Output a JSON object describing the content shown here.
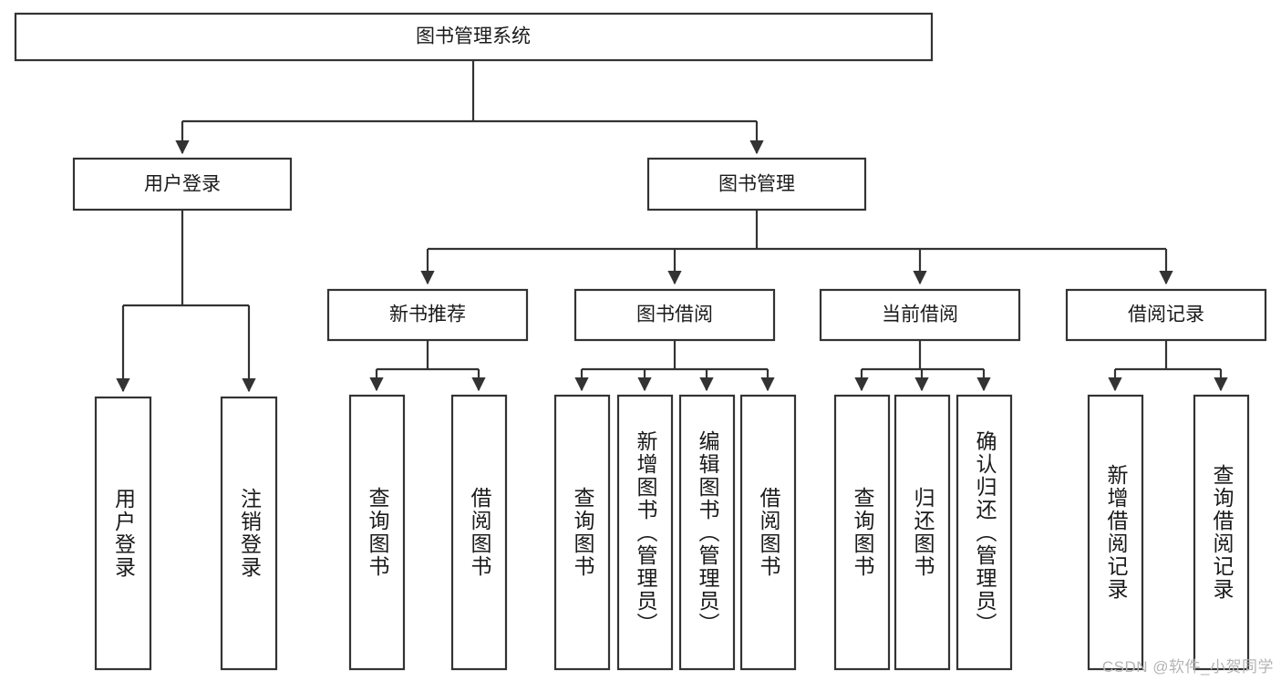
{
  "diagram": {
    "type": "tree-hierarchy-chart",
    "title": "图书管理系统",
    "watermark": "CSDN @软件_小贺同学",
    "colors": {
      "box_stroke": "#333333",
      "box_fill": "#ffffff",
      "text": "#1a1a1a",
      "background": "#ffffff",
      "watermark": "#b4b4b4"
    },
    "root": {
      "label": "图书管理系统"
    },
    "level2": [
      {
        "label": "用户登录"
      },
      {
        "label": "图书管理"
      }
    ],
    "level3": [
      {
        "label": "新书推荐"
      },
      {
        "label": "图书借阅"
      },
      {
        "label": "当前借阅"
      },
      {
        "label": "借阅记录"
      }
    ],
    "leaves": {
      "user_login": [
        {
          "label": "用户登录"
        },
        {
          "label": "注销登录"
        }
      ],
      "new_book_recommend": [
        {
          "label": "查询图书"
        },
        {
          "label": "借阅图书"
        }
      ],
      "book_borrow": [
        {
          "label": "查询图书"
        },
        {
          "label": "新增图书（管理员）"
        },
        {
          "label": "编辑图书（管理员）"
        },
        {
          "label": "借阅图书"
        }
      ],
      "current_borrow": [
        {
          "label": "查询图书"
        },
        {
          "label": "归还图书"
        },
        {
          "label": "确认归还（管理员）"
        }
      ],
      "borrow_record": [
        {
          "label": "新增借阅记录"
        },
        {
          "label": "查询借阅记录"
        }
      ]
    }
  }
}
